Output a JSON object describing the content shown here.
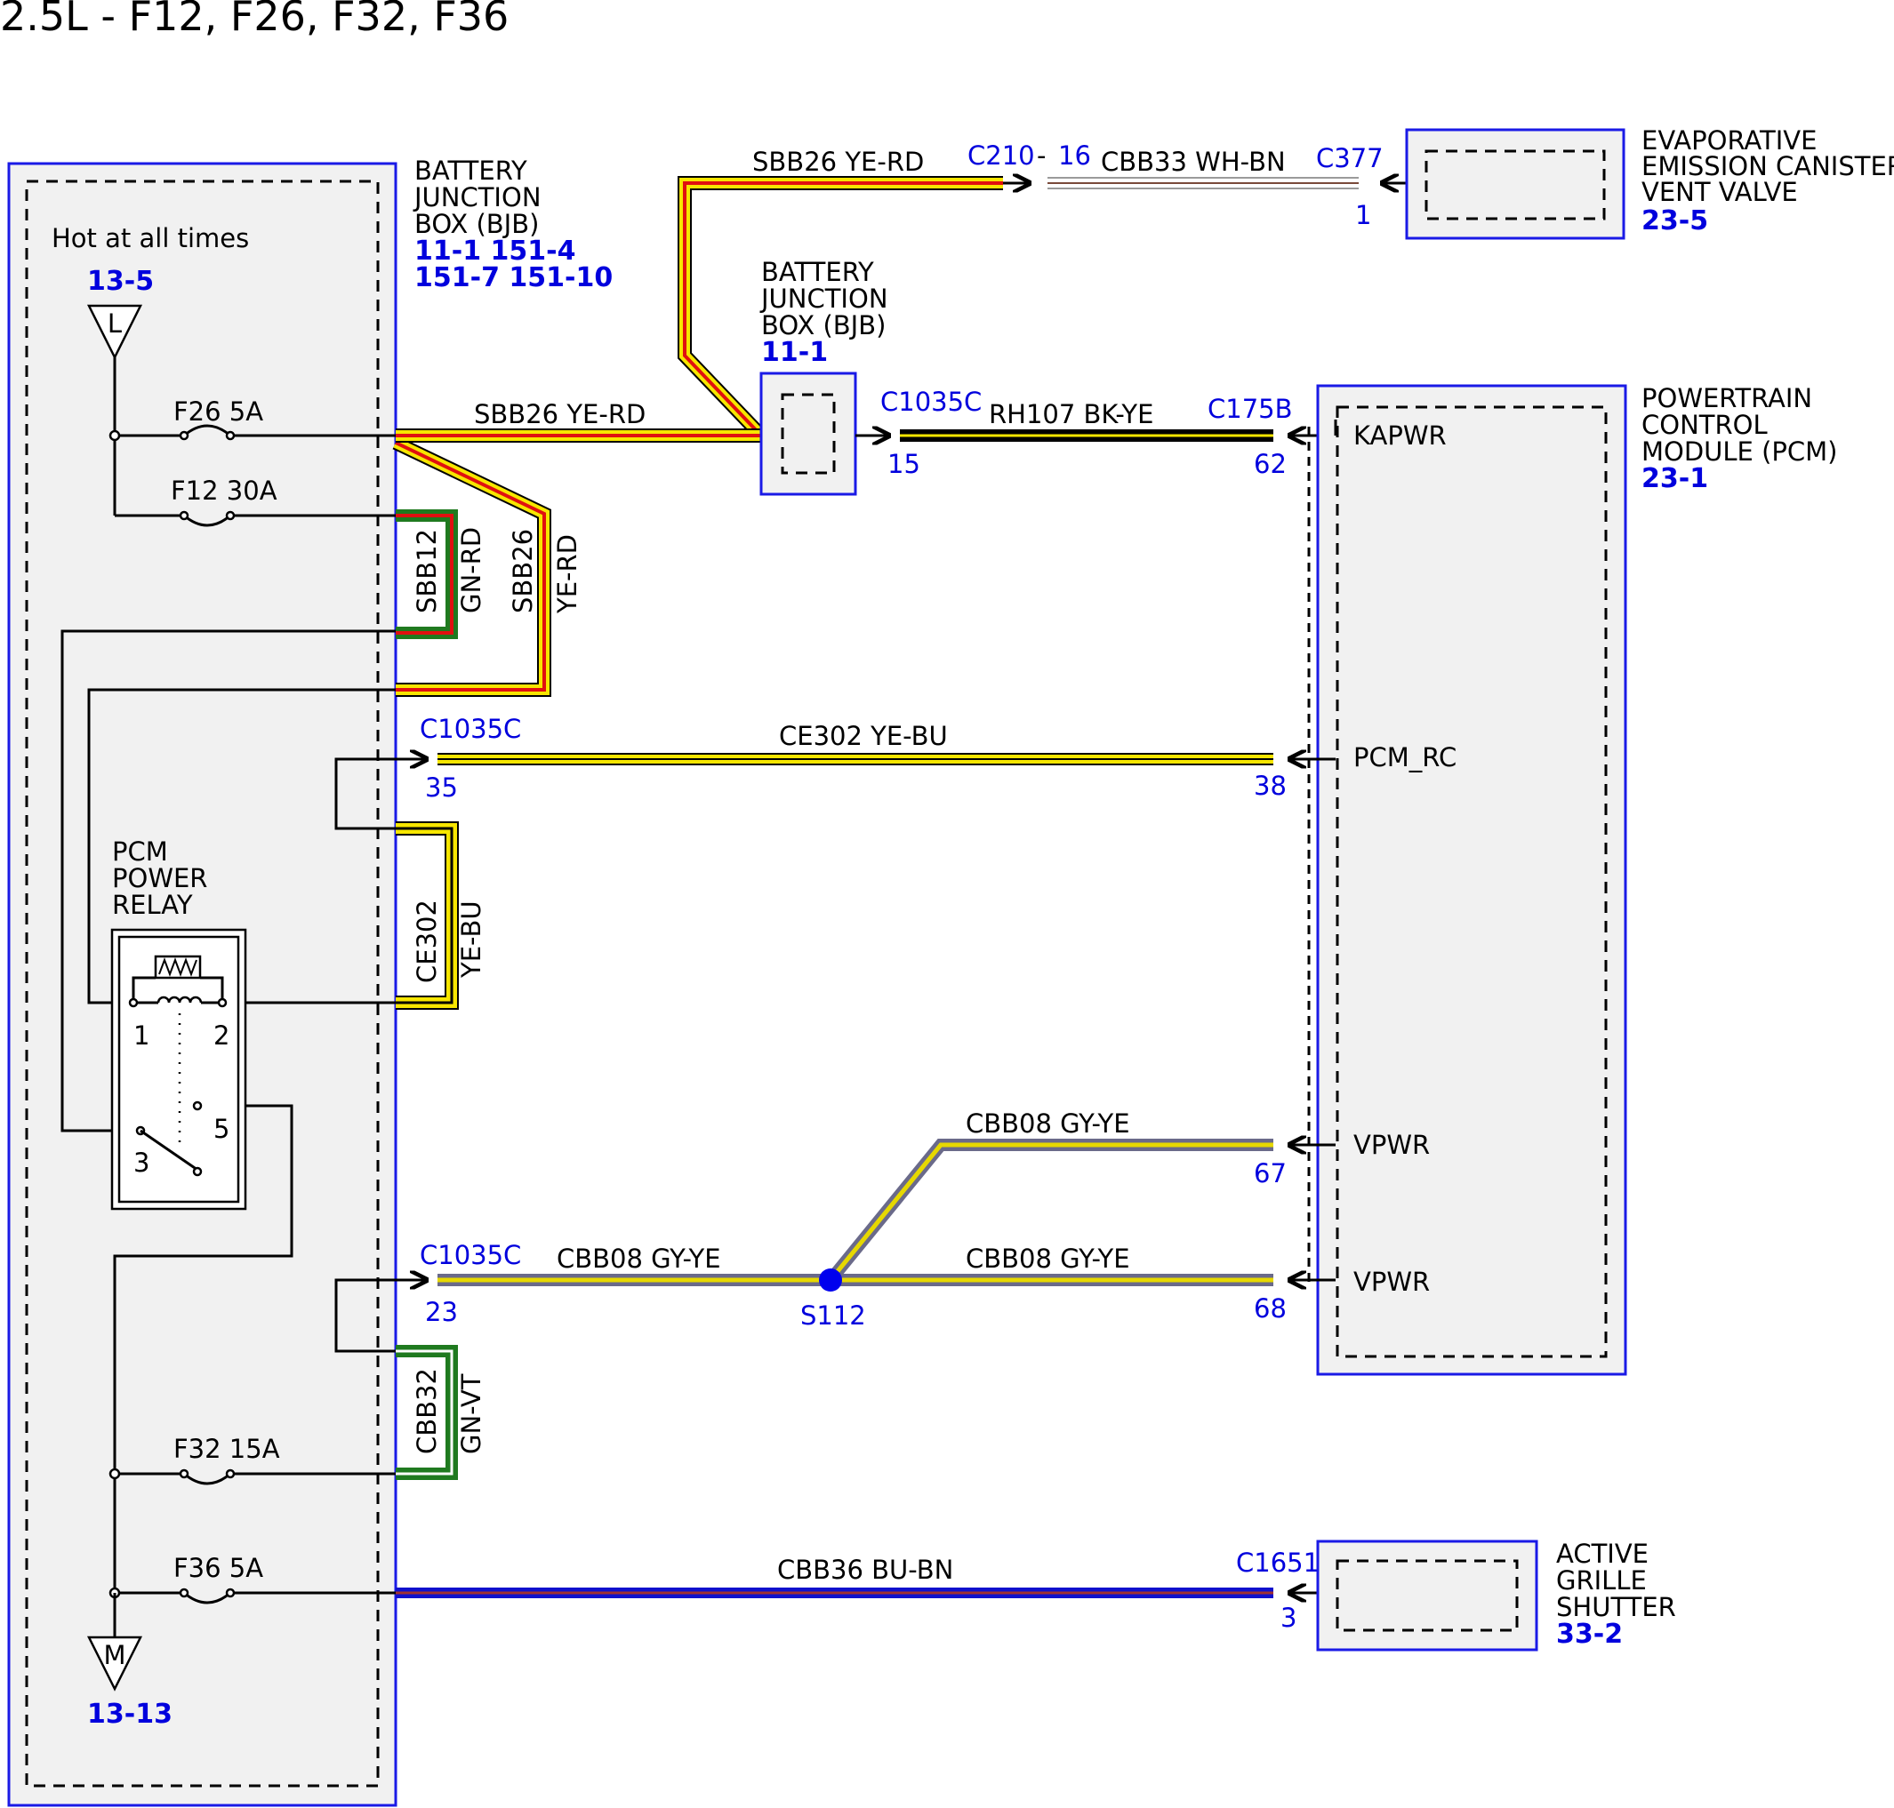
{
  "title": "2.5L - F12, F26, F32, F36",
  "colors": {
    "component_border": "#1a1ae6",
    "component_fill": "#f1f1f1",
    "reference_text": "#0000dd",
    "wire_yellow": "#f7e600",
    "wire_red": "#e01010",
    "wire_green": "#1f7a1f",
    "wire_blue": "#1010cc",
    "wire_gray": "#8a8a8a",
    "wire_black": "#000000"
  },
  "bjb": {
    "name_line1": "BATTERY",
    "name_line2": "JUNCTION",
    "name_line3": "BOX (BJB)",
    "refs_line1": "11-1  151-4",
    "refs_line2": "151-7  151-10",
    "hot_label": "Hot at all times",
    "top_ref": "13-5",
    "top_terminal": "L",
    "bottom_ref": "13-13",
    "bottom_terminal": "M",
    "fuses": {
      "f26": "F26  5A",
      "f12": "F12  30A",
      "f32": "F32  15A",
      "f36": "F36  5A"
    },
    "internal_wires": {
      "sbb12_circuit": "SBB12",
      "sbb12_color": "GN-RD",
      "sbb26_circuit": "SBB26",
      "sbb26_color": "YE-RD",
      "ce302_circuit": "CE302",
      "ce302_color": "YE-BU",
      "cbb32_circuit": "CBB32",
      "cbb32_color": "GN-VT"
    }
  },
  "relay": {
    "name_line1": "PCM",
    "name_line2": "POWER",
    "name_line3": "RELAY",
    "pin1": "1",
    "pin2": "2",
    "pin3": "3",
    "pin5": "5"
  },
  "bjb2": {
    "name_line1": "BATTERY",
    "name_line2": "JUNCTION",
    "name_line3": "BOX (BJB)",
    "ref": "11-1"
  },
  "evap": {
    "name_line1": "EVAPORATIVE",
    "name_line2": "EMISSION CANISTER",
    "name_line3": "VENT VALVE",
    "ref": "23-5"
  },
  "pcm": {
    "name_line1": "POWERTRAIN",
    "name_line2": "CONTROL",
    "name_line3": "MODULE (PCM)",
    "ref": "23-1",
    "pins": {
      "kapwr": "KAPWR",
      "pcm_rc": "PCM_RC",
      "vpwr1": "VPWR",
      "vpwr2": "VPWR"
    }
  },
  "grille": {
    "name_line1": "ACTIVE",
    "name_line2": "GRILLE",
    "name_line3": "SHUTTER",
    "ref": "33-2"
  },
  "wires": {
    "sbb26_top": "SBB26  YE-RD",
    "sbb26_mid": "SBB26  YE-RD",
    "cbb33": "CBB33  WH-BN",
    "rh107": "RH107  BK-YE",
    "ce302": "CE302  YE-BU",
    "cbb08_upper": "CBB08  GY-YE",
    "cbb08_left": "CBB08  GY-YE",
    "cbb08_right": "CBB08  GY-YE",
    "cbb36": "CBB36  BU-BN"
  },
  "connectors": {
    "c210": "C210",
    "c210_sep": "-",
    "c210_pin": "16",
    "c377": "C377",
    "c377_pin": "1",
    "c1035c_a": "C1035C",
    "c1035c_a_pin": "15",
    "c175b": "C175B",
    "c175b_pin": "62",
    "c1035c_b": "C1035C",
    "c1035c_b_pin": "35",
    "pcm_rc_pin": "38",
    "vpwr1_pin": "67",
    "c1035c_c": "C1035C",
    "c1035c_c_pin": "23",
    "vpwr2_pin": "68",
    "splice": "S112",
    "c1651": "C1651",
    "c1651_pin": "3"
  }
}
